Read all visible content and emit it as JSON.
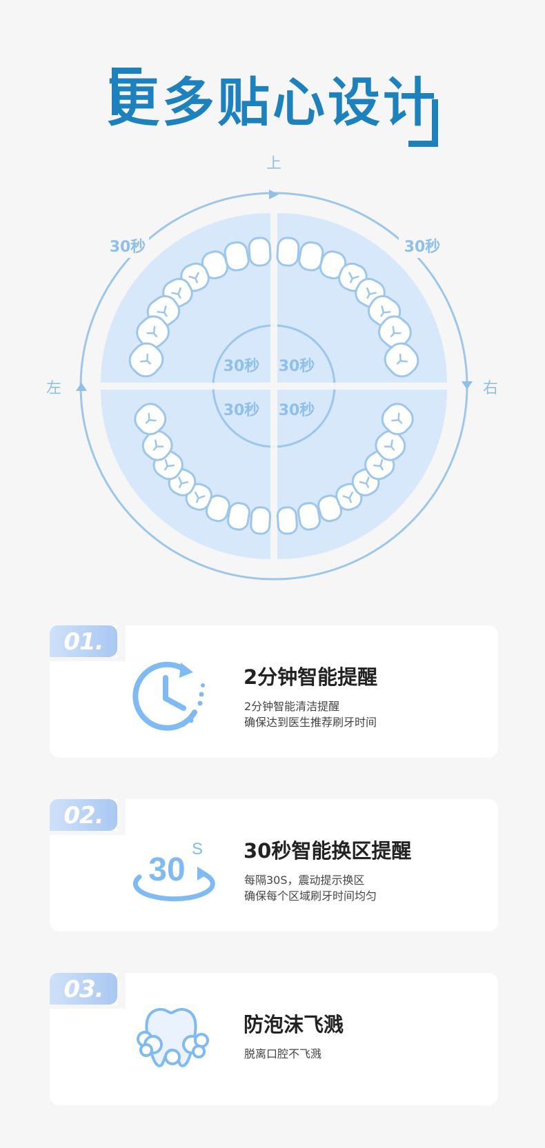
{
  "header": {
    "title": "更多贴心设计"
  },
  "diagram": {
    "label_top": "上",
    "label_left": "左",
    "label_right": "右",
    "outer_left_time": "30秒",
    "outer_right_time": "30秒",
    "q1_time": "30秒",
    "q2_time": "30秒",
    "q3_time": "30秒",
    "q4_time": "30秒"
  },
  "features": [
    {
      "number": "01.",
      "title": "2分钟智能提醒",
      "line1": "2分钟智能清洁提醒",
      "line2": "确保达到医生推荐刷牙时间",
      "icon": "clock-icon"
    },
    {
      "number": "02.",
      "title": "30秒智能换区提醒",
      "line1": "每隔30S，震动提示换区",
      "line2": "确保每个区域刷牙时间均匀",
      "icon_number": "30",
      "icon_unit": "S",
      "icon": "30-seconds-icon"
    },
    {
      "number": "03.",
      "title": "防泡沫飞溅",
      "line1": "脱离口腔不飞溅",
      "line2": "",
      "icon": "tooth-foam-icon"
    }
  ],
  "colors": {
    "title": "#1d81bd",
    "accent_light": "#8fc0ea",
    "quadrant_fill": "#d8e8fb",
    "background": "#f6f6f6"
  }
}
